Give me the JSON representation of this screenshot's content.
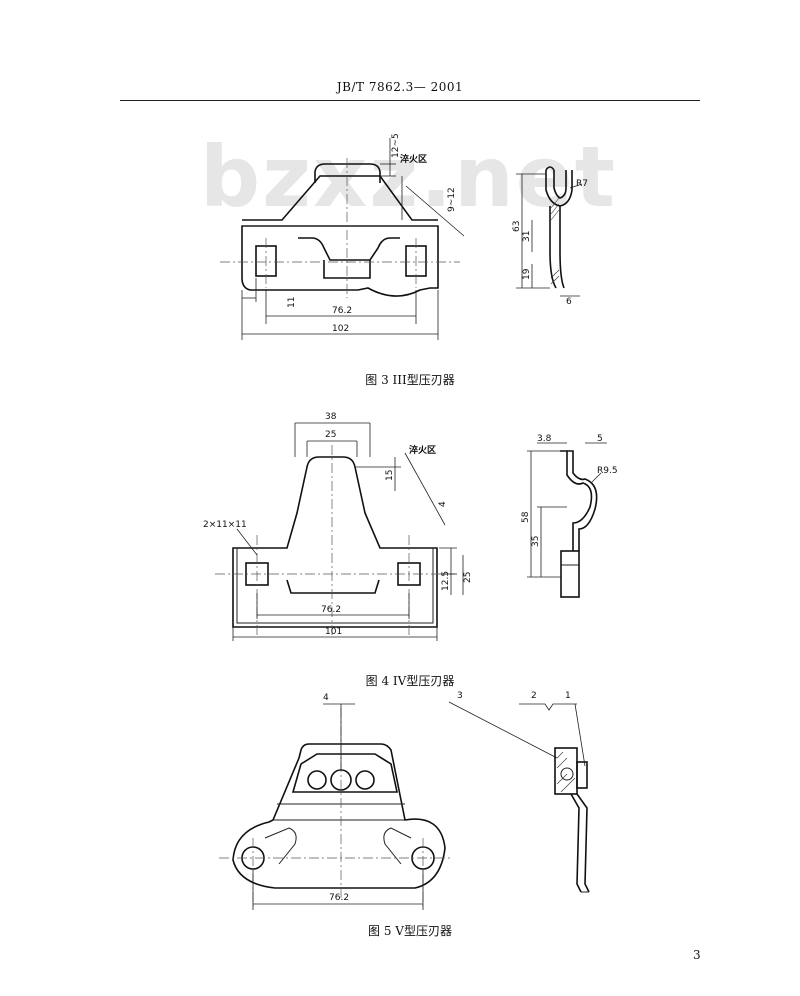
{
  "header": {
    "standard_code": "JB/T  7862.3— 2001"
  },
  "watermark": "bzxz.net",
  "figures": [
    {
      "caption": "图 3    III型压刃器",
      "labels": {
        "hardened_zone": "淬火区",
        "d_12_5": "12~5",
        "d_9_12": "9~12",
        "d_11": "11",
        "d_76_2": "76.2",
        "d_102": "102",
        "d_63": "63",
        "d_31": "31",
        "d_19": "19",
        "d_6": "6",
        "r7": "R7"
      }
    },
    {
      "caption": "图 4    IV型压刃器",
      "labels": {
        "hardened_zone": "淬火区",
        "d_38": "38",
        "d_25_top": "25",
        "d_15": "15",
        "d_4": "4",
        "holes": "2×11×11",
        "d_12_5": "12.5",
        "d_25_right": "25",
        "d_76_2": "76.2",
        "d_101": "101",
        "d_3_8": "3.8",
        "d_5": "5",
        "r9_5": "R9.5",
        "d_58": "58",
        "d_35": "35"
      }
    },
    {
      "caption": "图 5    V型压刃器",
      "labels": {
        "item_4": "4",
        "item_3": "3",
        "item_2": "2",
        "item_1": "1",
        "d_76_2": "76.2"
      }
    }
  ],
  "page_number": "3"
}
